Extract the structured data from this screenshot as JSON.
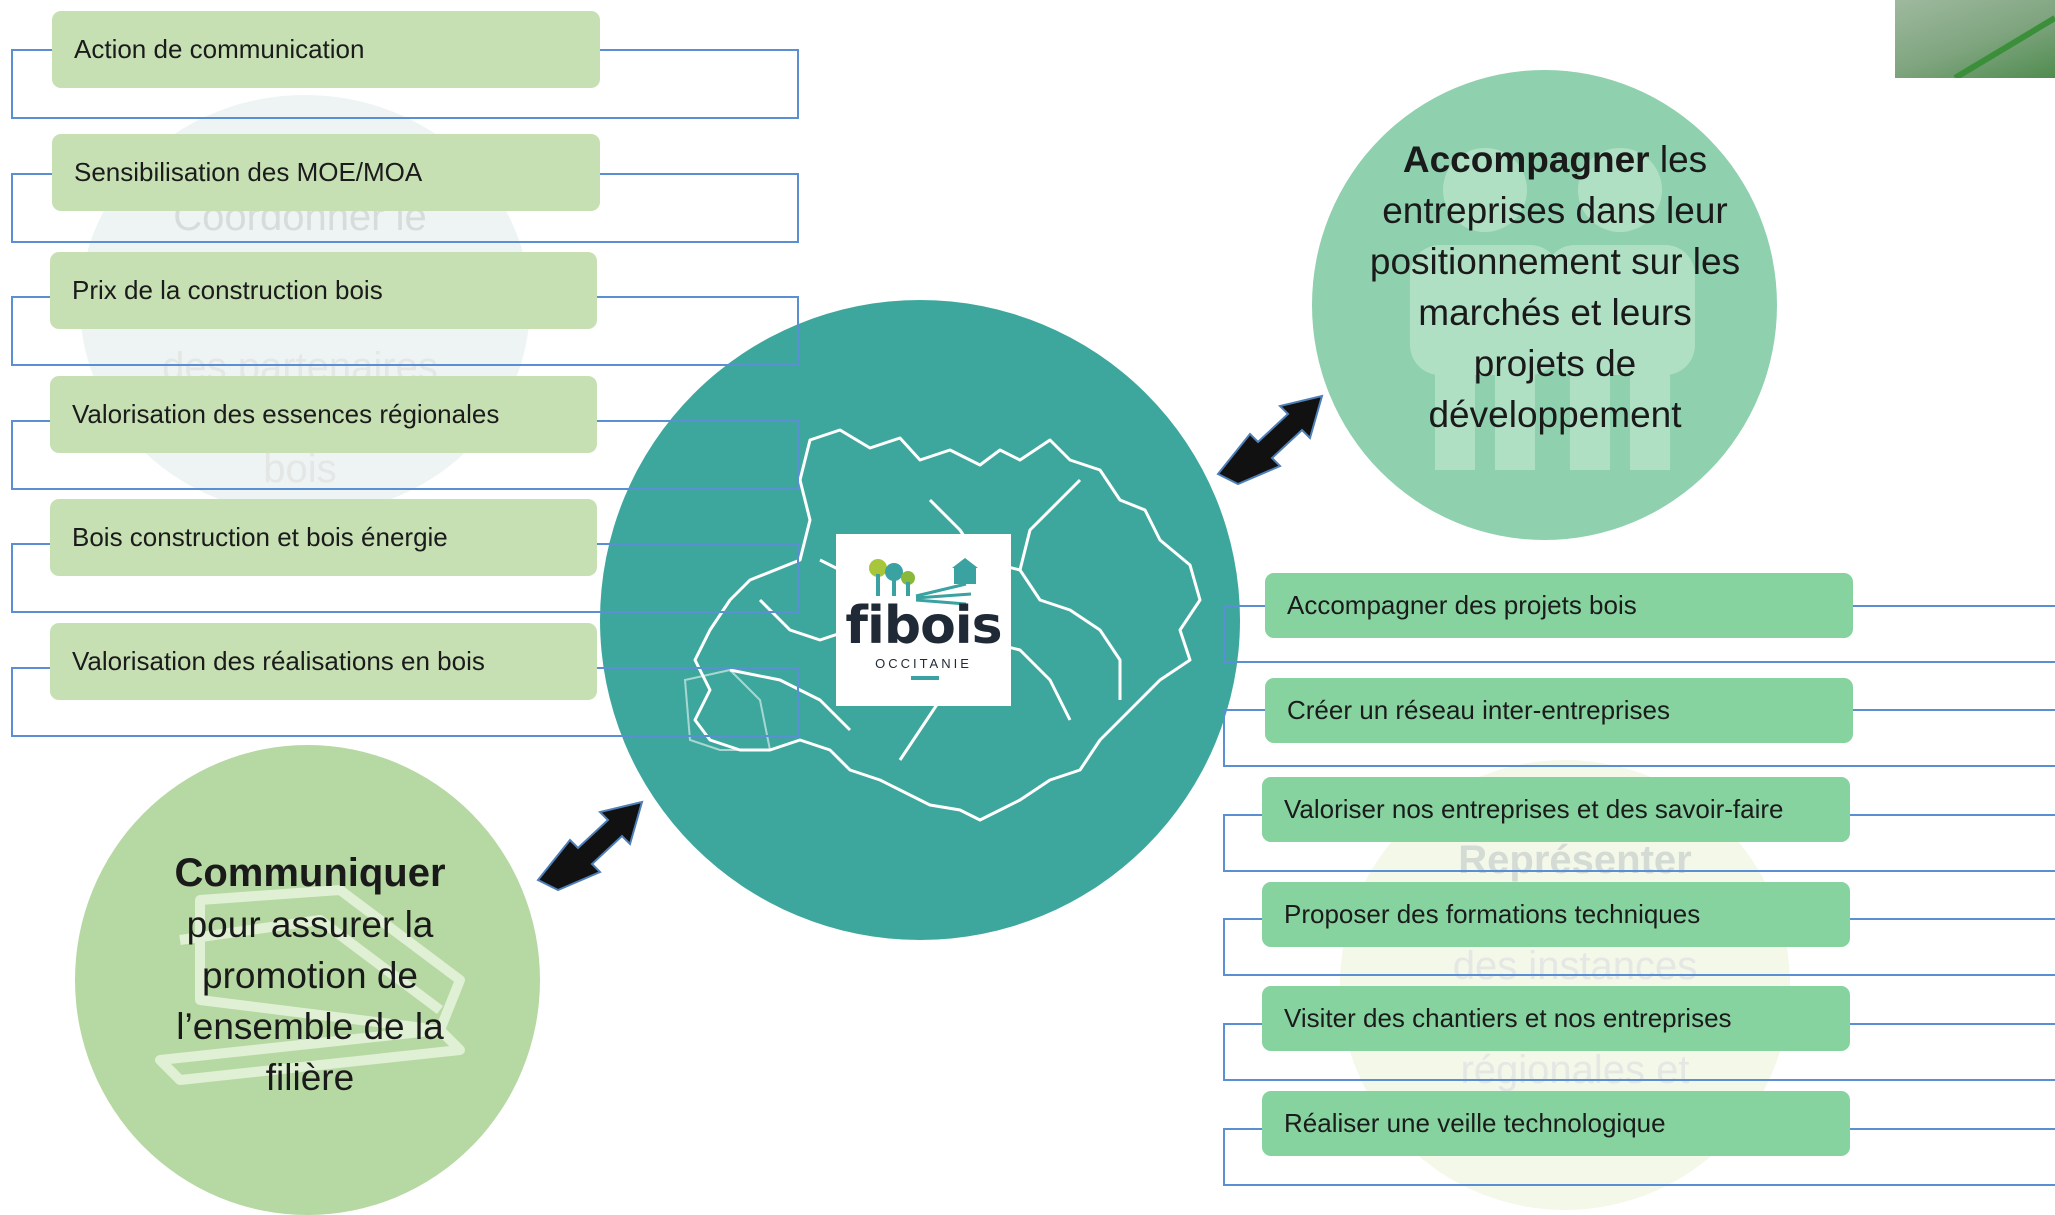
{
  "left_items": [
    "Action de communication",
    "Sensibilisation des MOE/MOA",
    "Prix de la construction bois",
    "Valorisation des essences régionales",
    "Bois construction et bois énergie",
    "Valorisation des réalisations en bois"
  ],
  "right_items": [
    "Accompagner des projets bois",
    "Créer un réseau inter-entreprises",
    "Valoriser nos entreprises et des savoir-faire",
    "Proposer des formations techniques",
    "Visiter des chantiers et nos entreprises",
    "Réaliser une veille technologique"
  ],
  "accompagner": {
    "bold": "Accompagner",
    "rest": " les entreprises dans leur positionnement sur les marchés et leurs projets de développement"
  },
  "communiquer": {
    "bold": "Communiquer",
    "rest": "pour assurer la promotion de l’ensemble de la filière"
  },
  "faint_left": [
    "Coordonner le",
    "des partenaires",
    "bois"
  ],
  "faint_right": [
    "Représenter",
    "des instances",
    "régionales et"
  ],
  "logo": {
    "name": "fibois",
    "region": "OCCITANIE"
  },
  "colors": {
    "center_circle": "#3ea79d",
    "accompagner_circle": "#8fd0ae",
    "communiquer_circle": "#b6d8a2",
    "left_box": "#c6e0b4",
    "right_box": "#86d39f",
    "outline": "#5b8fd4"
  }
}
